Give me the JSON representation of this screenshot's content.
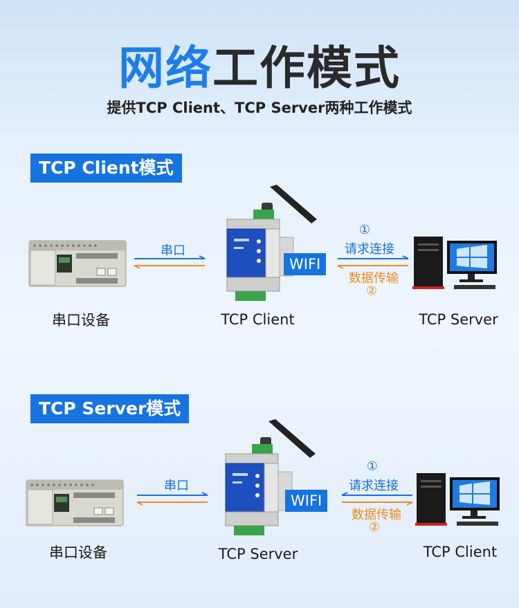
{
  "header": {
    "title_highlight": "网络",
    "title_rest": "工作模式",
    "subtitle": "提供TCP Client、TCP Server两种工作模式"
  },
  "section1": {
    "badge": "TCP Client模式",
    "serial_label": "串口",
    "device_label": "串口设备",
    "module_label": "TCP Client",
    "wifi_label": "WIFI",
    "step1_num": "①",
    "step1_text": "请求连接",
    "step2_text": "数据传输",
    "step2_num": "②",
    "pc_label": "TCP Server"
  },
  "section2": {
    "badge": "TCP Server模式",
    "serial_label": "串口",
    "device_label": "串口设备",
    "module_label": "TCP Server",
    "wifi_label": "WIFI",
    "step1_num": "①",
    "step1_text": "请求连接",
    "step2_text": "数据传输",
    "step2_num": "②",
    "pc_label": "TCP Client"
  },
  "colors": {
    "accent": "#1673e0",
    "orange": "#f08a24"
  }
}
